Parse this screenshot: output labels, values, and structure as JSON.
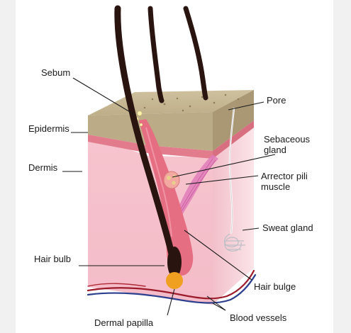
{
  "diagram": {
    "labels": {
      "sebum": "Sebum",
      "pore": "Pore",
      "epidermis": "Epidermis",
      "sebaceous_1": "Sebaceous",
      "sebaceous_2": "gland",
      "dermis": "Dermis",
      "arrector_1": "Arrector pili",
      "arrector_2": "muscle",
      "sweat_gland": "Sweat gland",
      "hair_bulb": "Hair bulb",
      "hair_bulge": "Hair bulge",
      "dermal_papilla": "Dermal papilla",
      "blood_vessels": "Blood vessels"
    },
    "colors": {
      "epidermis_top": "#c8b995",
      "epidermis_side": "#b3a47e",
      "dermis_front": "#f7cbd4",
      "dermis_side": "#f0bcc6",
      "basal_layer": "#e3808f",
      "follicle": "#e46b7f",
      "hair_shaft": "#2a1410",
      "dermal_papilla": "#f0a020",
      "blood_vessel_red": "#9c1a2a",
      "blood_vessel_blue": "#2c3f8f"
    }
  }
}
